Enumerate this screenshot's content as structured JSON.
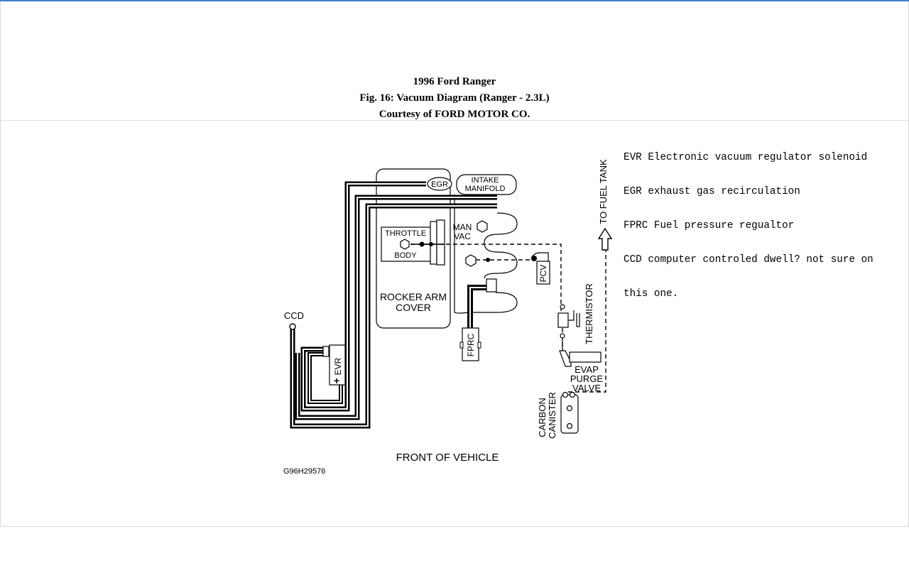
{
  "header": {
    "title": "1996 Ford Ranger",
    "figure": "Fig. 16: Vacuum Diagram (Ranger - 2.3L)",
    "courtesy": "Courtesy of FORD MOTOR CO."
  },
  "notes": [
    "EVR Electronic vacuum regulator solenoid",
    "EGR exhaust gas recirculation",
    "FPRC Fuel pressure regualtor",
    "CCD computer controled dwell? not sure on",
    "this one."
  ],
  "diagram": {
    "egr": "EGR",
    "intake_line1": "INTAKE",
    "intake_line2": "MANIFOLD",
    "throttle": "THROTTLE",
    "body": "BODY",
    "man": "MAN",
    "vac": "VAC",
    "rocker_line1": "ROCKER ARM",
    "rocker_line2": "COVER",
    "ccd": "CCD",
    "evr": "EVR",
    "fprc": "FPRC",
    "pcv": "PCV",
    "thermistor": "THERMISTOR",
    "evap_line1": "EVAP",
    "evap_line2": "PURGE",
    "evap_line3": "VALVE",
    "carbon": "CARBON",
    "canister": "CANISTER",
    "fuel_tank": "TO FUEL TANK",
    "front": "FRONT OF VEHICLE",
    "code": "G96H29576"
  }
}
